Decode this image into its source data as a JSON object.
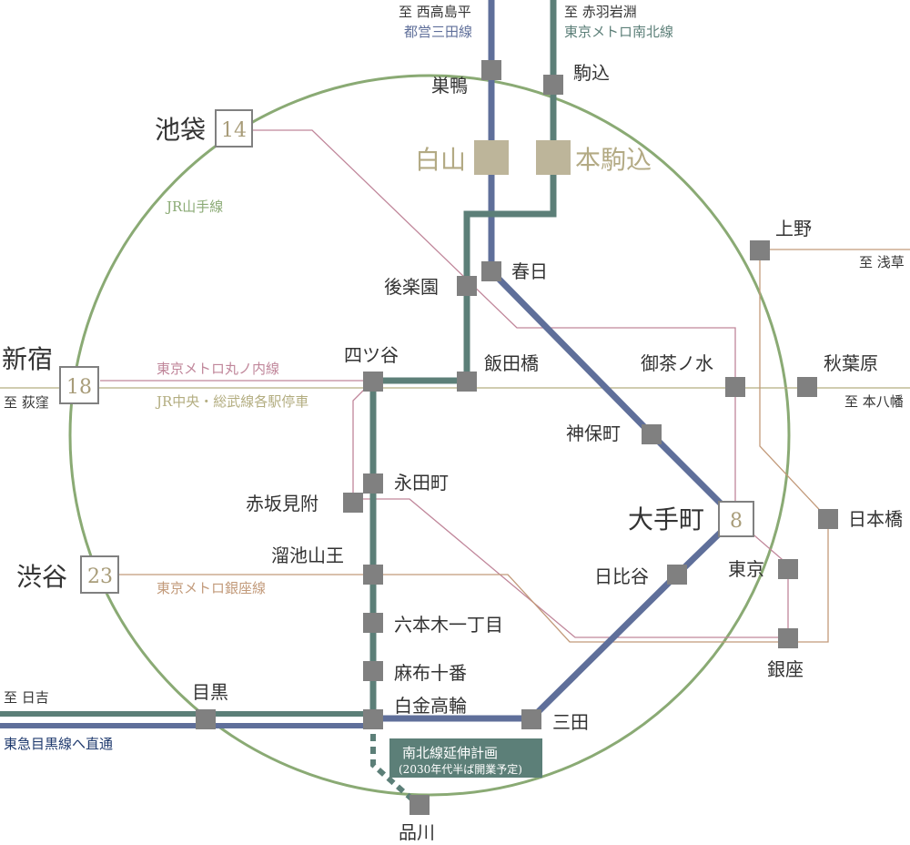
{
  "colors": {
    "yamanote": "#8aaa74",
    "mita": "#5f6f9a",
    "namboku": "#5c7f78",
    "marunouchi": "#c0869a",
    "chuo": "#b3ad80",
    "ginza": "#c29a7a",
    "hibiya": "#a8a8a8",
    "station": "#808080",
    "highlight": "#bdb59a",
    "number": "#a89c79",
    "text": "#333333"
  },
  "stations": {
    "sugamo": "巣鴨",
    "komagome": "駒込",
    "hakusan": "白山",
    "honkomagome": "本駒込",
    "ikebukuro": "池袋",
    "ikebukuro_min": "14",
    "kasuga": "春日",
    "korakuen": "後楽園",
    "ueno": "上野",
    "shinjuku": "新宿",
    "shinjuku_min": "18",
    "yotsuya": "四ツ谷",
    "iidabashi": "飯田橋",
    "ochanomizu": "御茶ノ水",
    "akihabara": "秋葉原",
    "jimbocho": "神保町",
    "nagatacho": "永田町",
    "akasakamitsuke": "赤坂見附",
    "otemachi": "大手町",
    "otemachi_min": "8",
    "nihombashi": "日本橋",
    "tameikesanno": "溜池山王",
    "shibuya": "渋谷",
    "shibuya_min": "23",
    "hibiya": "日比谷",
    "tokyo": "東京",
    "roppongi": "六本木一丁目",
    "azabujuban": "麻布十番",
    "ginza": "銀座",
    "meguro": "目黒",
    "shirokane": "白金高輪",
    "mita": "三田",
    "shinagawa": "品川"
  },
  "directions": {
    "nishitakashimadaira": "至 西高島平",
    "mita_line": "都営三田線",
    "akabaneiwabuchi": "至 赤羽岩淵",
    "namboku_line": "東京メトロ南北線",
    "asakusa": "至 浅草",
    "ogikubo": "至 荻窪",
    "motoyawata": "至 本八幡",
    "hiyoshi": "至 日吉",
    "tokyu": "東急目黒線へ直通"
  },
  "lines": {
    "yamanote": "JR山手線",
    "marunouchi": "東京メトロ丸ノ内線",
    "chuo": "JR中央・総武線各駅停車",
    "ginza": "東京メトロ銀座線"
  },
  "extension": {
    "title": "南北線延伸計画",
    "note": "(2030年代半ば開業予定)"
  }
}
